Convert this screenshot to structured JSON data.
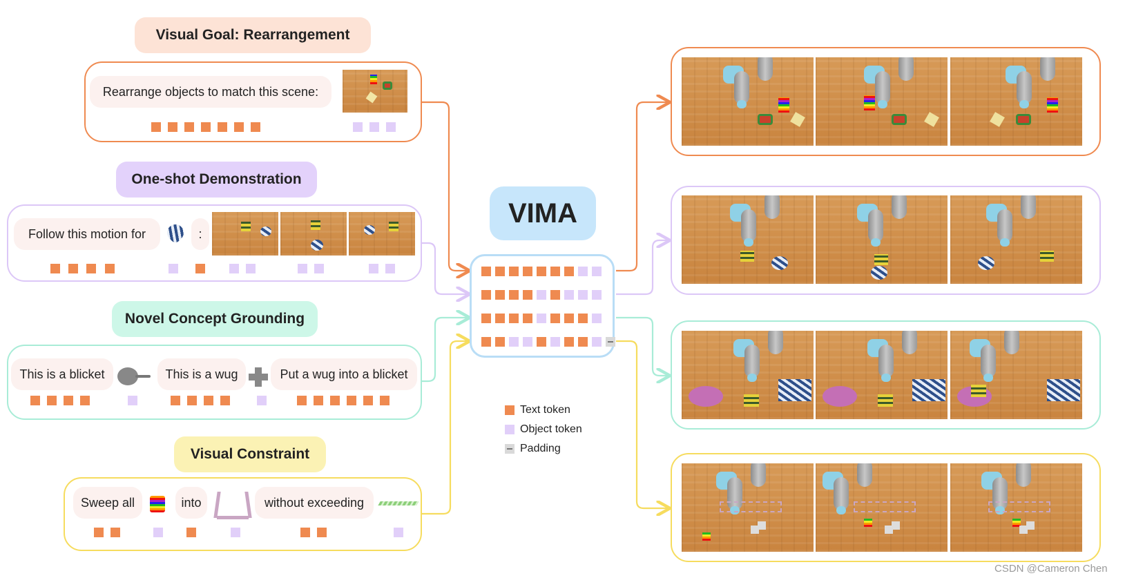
{
  "model": {
    "name": "VIMA"
  },
  "colors": {
    "text_token": "#ef8a50",
    "object_token": "#e1cff9",
    "padding_token": "#d9d9d9",
    "orange": "#ef8a50",
    "lavender": "#dcc7f7",
    "mint": "#a8ecd7",
    "yellow": "#f6dc5e",
    "vima_blue": "#bfe3fb"
  },
  "tasks": [
    {
      "title": "Visual Goal: Rearrangement",
      "prompt_parts": [
        "Rearrange objects to match this scene:"
      ],
      "tokens": [
        "t",
        "t",
        "t",
        "t",
        "t",
        "t",
        "t",
        "o",
        "o",
        "o"
      ]
    },
    {
      "title": "One-shot Demonstration",
      "prompt_parts": [
        "Follow this motion for",
        ":"
      ],
      "tokens": [
        "t",
        "t",
        "t",
        "t",
        "o",
        "t",
        "o",
        "o",
        "o",
        "o",
        "o",
        "o"
      ]
    },
    {
      "title": "Novel Concept Grounding",
      "prompt_parts": [
        "This is a blicket",
        "This is a wug",
        "Put a wug into a blicket"
      ],
      "tokens": [
        "t",
        "t",
        "t",
        "t",
        "o",
        "t",
        "t",
        "t",
        "t",
        "o",
        "t",
        "t",
        "t",
        "t",
        "t",
        "t"
      ]
    },
    {
      "title": "Visual Constraint",
      "prompt_parts": [
        "Sweep all",
        "into",
        "without exceeding"
      ],
      "tokens": [
        "t",
        "t",
        "o",
        "t",
        "o",
        "t",
        "t",
        "o"
      ]
    }
  ],
  "vima_token_grid": [
    [
      "t",
      "t",
      "t",
      "t",
      "t",
      "t",
      "t",
      "o",
      "o"
    ],
    [
      "t",
      "t",
      "t",
      "t",
      "o",
      "t",
      "o",
      "o",
      "o"
    ],
    [
      "t",
      "t",
      "t",
      "t",
      "o",
      "t",
      "t",
      "t",
      "o"
    ],
    [
      "t",
      "t",
      "o",
      "o",
      "t",
      "o",
      "t",
      "t",
      "o",
      "p"
    ]
  ],
  "legend": [
    {
      "label": "Text token",
      "kind": "text"
    },
    {
      "label": "Object token",
      "kind": "object"
    },
    {
      "label": "Padding",
      "kind": "padding"
    }
  ],
  "watermark": "CSDN @Cameron Chen"
}
